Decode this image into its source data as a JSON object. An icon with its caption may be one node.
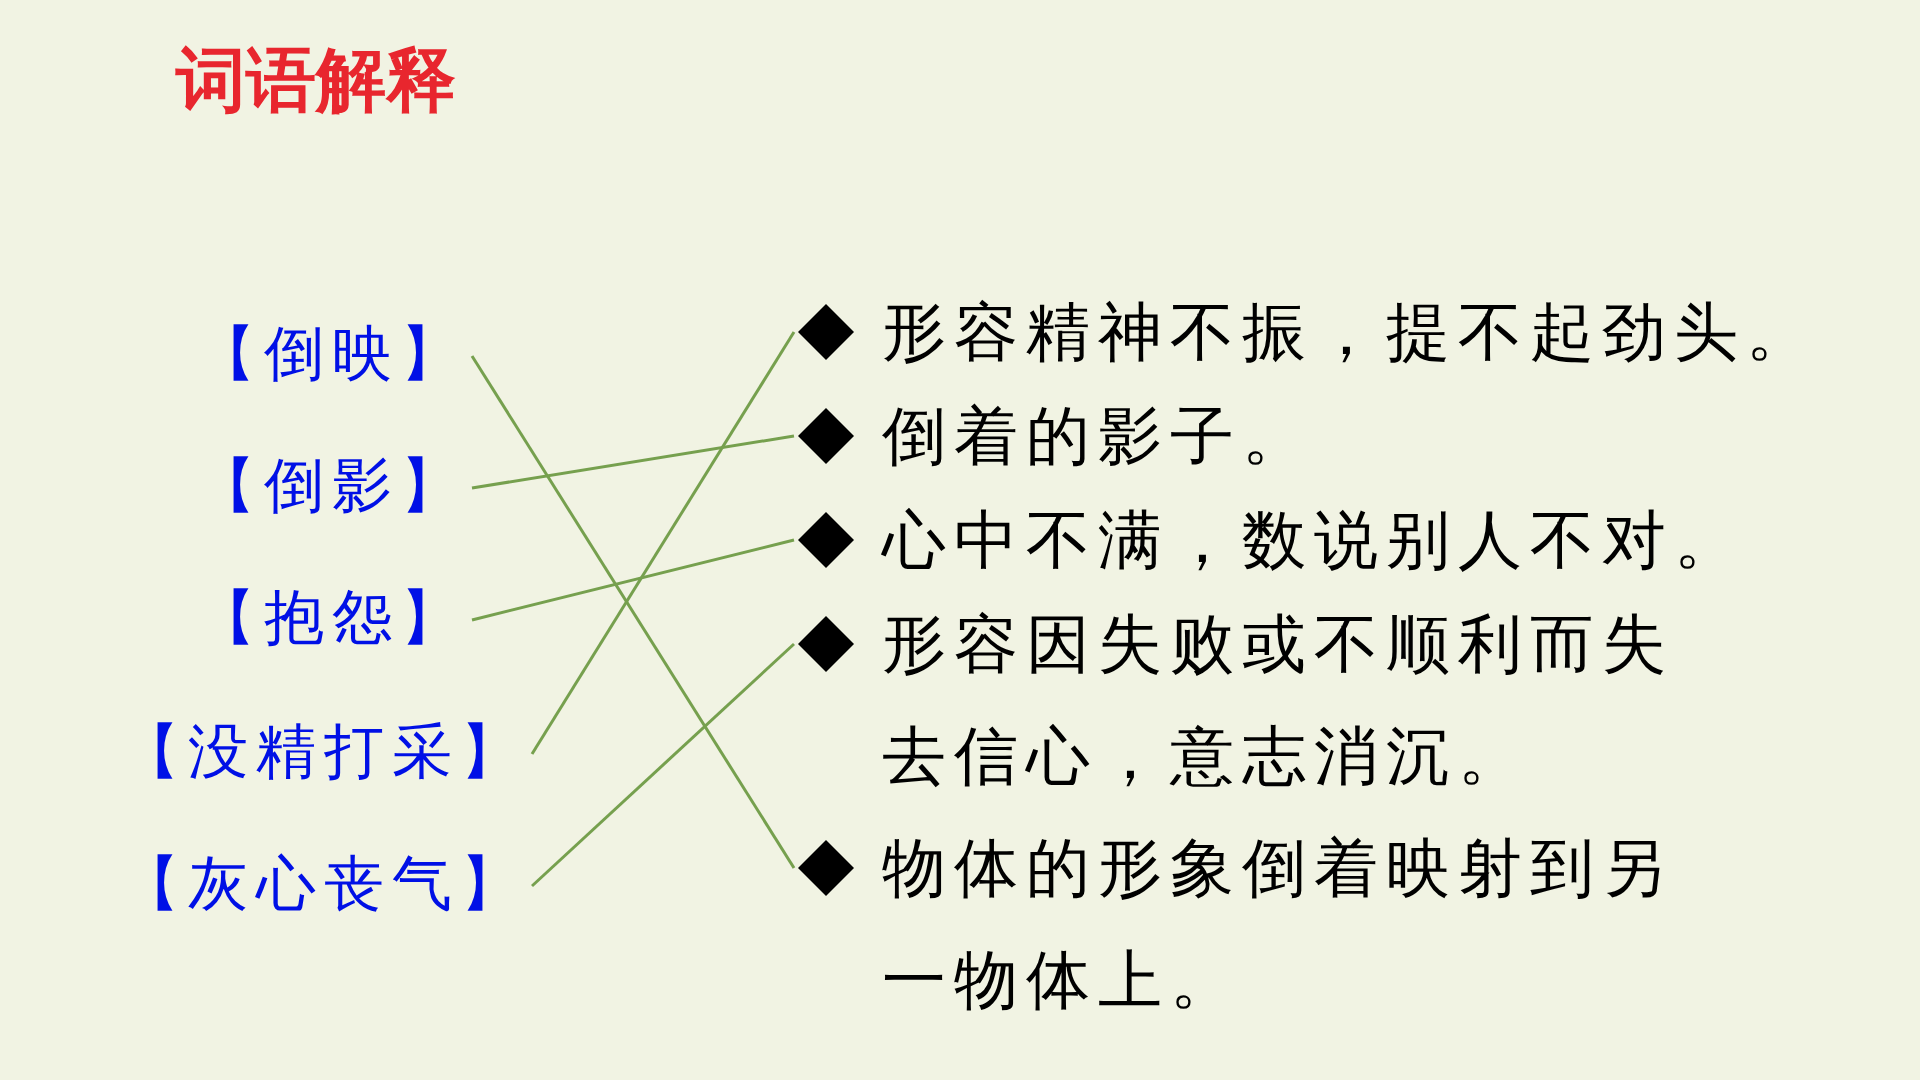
{
  "diagram": {
    "title": "词语解释",
    "nodes": [
      {
        "text": [
          "【倒映】"
        ]
      },
      {
        "text": [
          "【倒影】"
        ]
      },
      {
        "text": [
          "【抱怨】"
        ]
      },
      {
        "text": [
          "【没精打采】"
        ]
      },
      {
        "text": [
          "【灰心丧气】"
        ]
      },
      {
        "text": [
          "形容精神不振，提不起劲头。"
        ]
      },
      {
        "text": [
          "倒着的影子。"
        ]
      },
      {
        "text": [
          "心中不满，数说别人不对。"
        ]
      },
      {
        "text": [
          "形容因失败或不顺利而失去信心，意志消沉。"
        ]
      },
      {
        "text": [
          "物体的形象倒着映射到另一物体上。"
        ]
      }
    ],
    "edges": [
      {
        "from": 0,
        "to": 9,
        "arrow": "none"
      },
      {
        "from": 1,
        "to": 6,
        "arrow": "none"
      },
      {
        "from": 2,
        "to": 7,
        "arrow": "none"
      },
      {
        "from": 3,
        "to": 5,
        "arrow": "none"
      },
      {
        "from": 4,
        "to": 8,
        "arrow": "none"
      }
    ]
  }
}
